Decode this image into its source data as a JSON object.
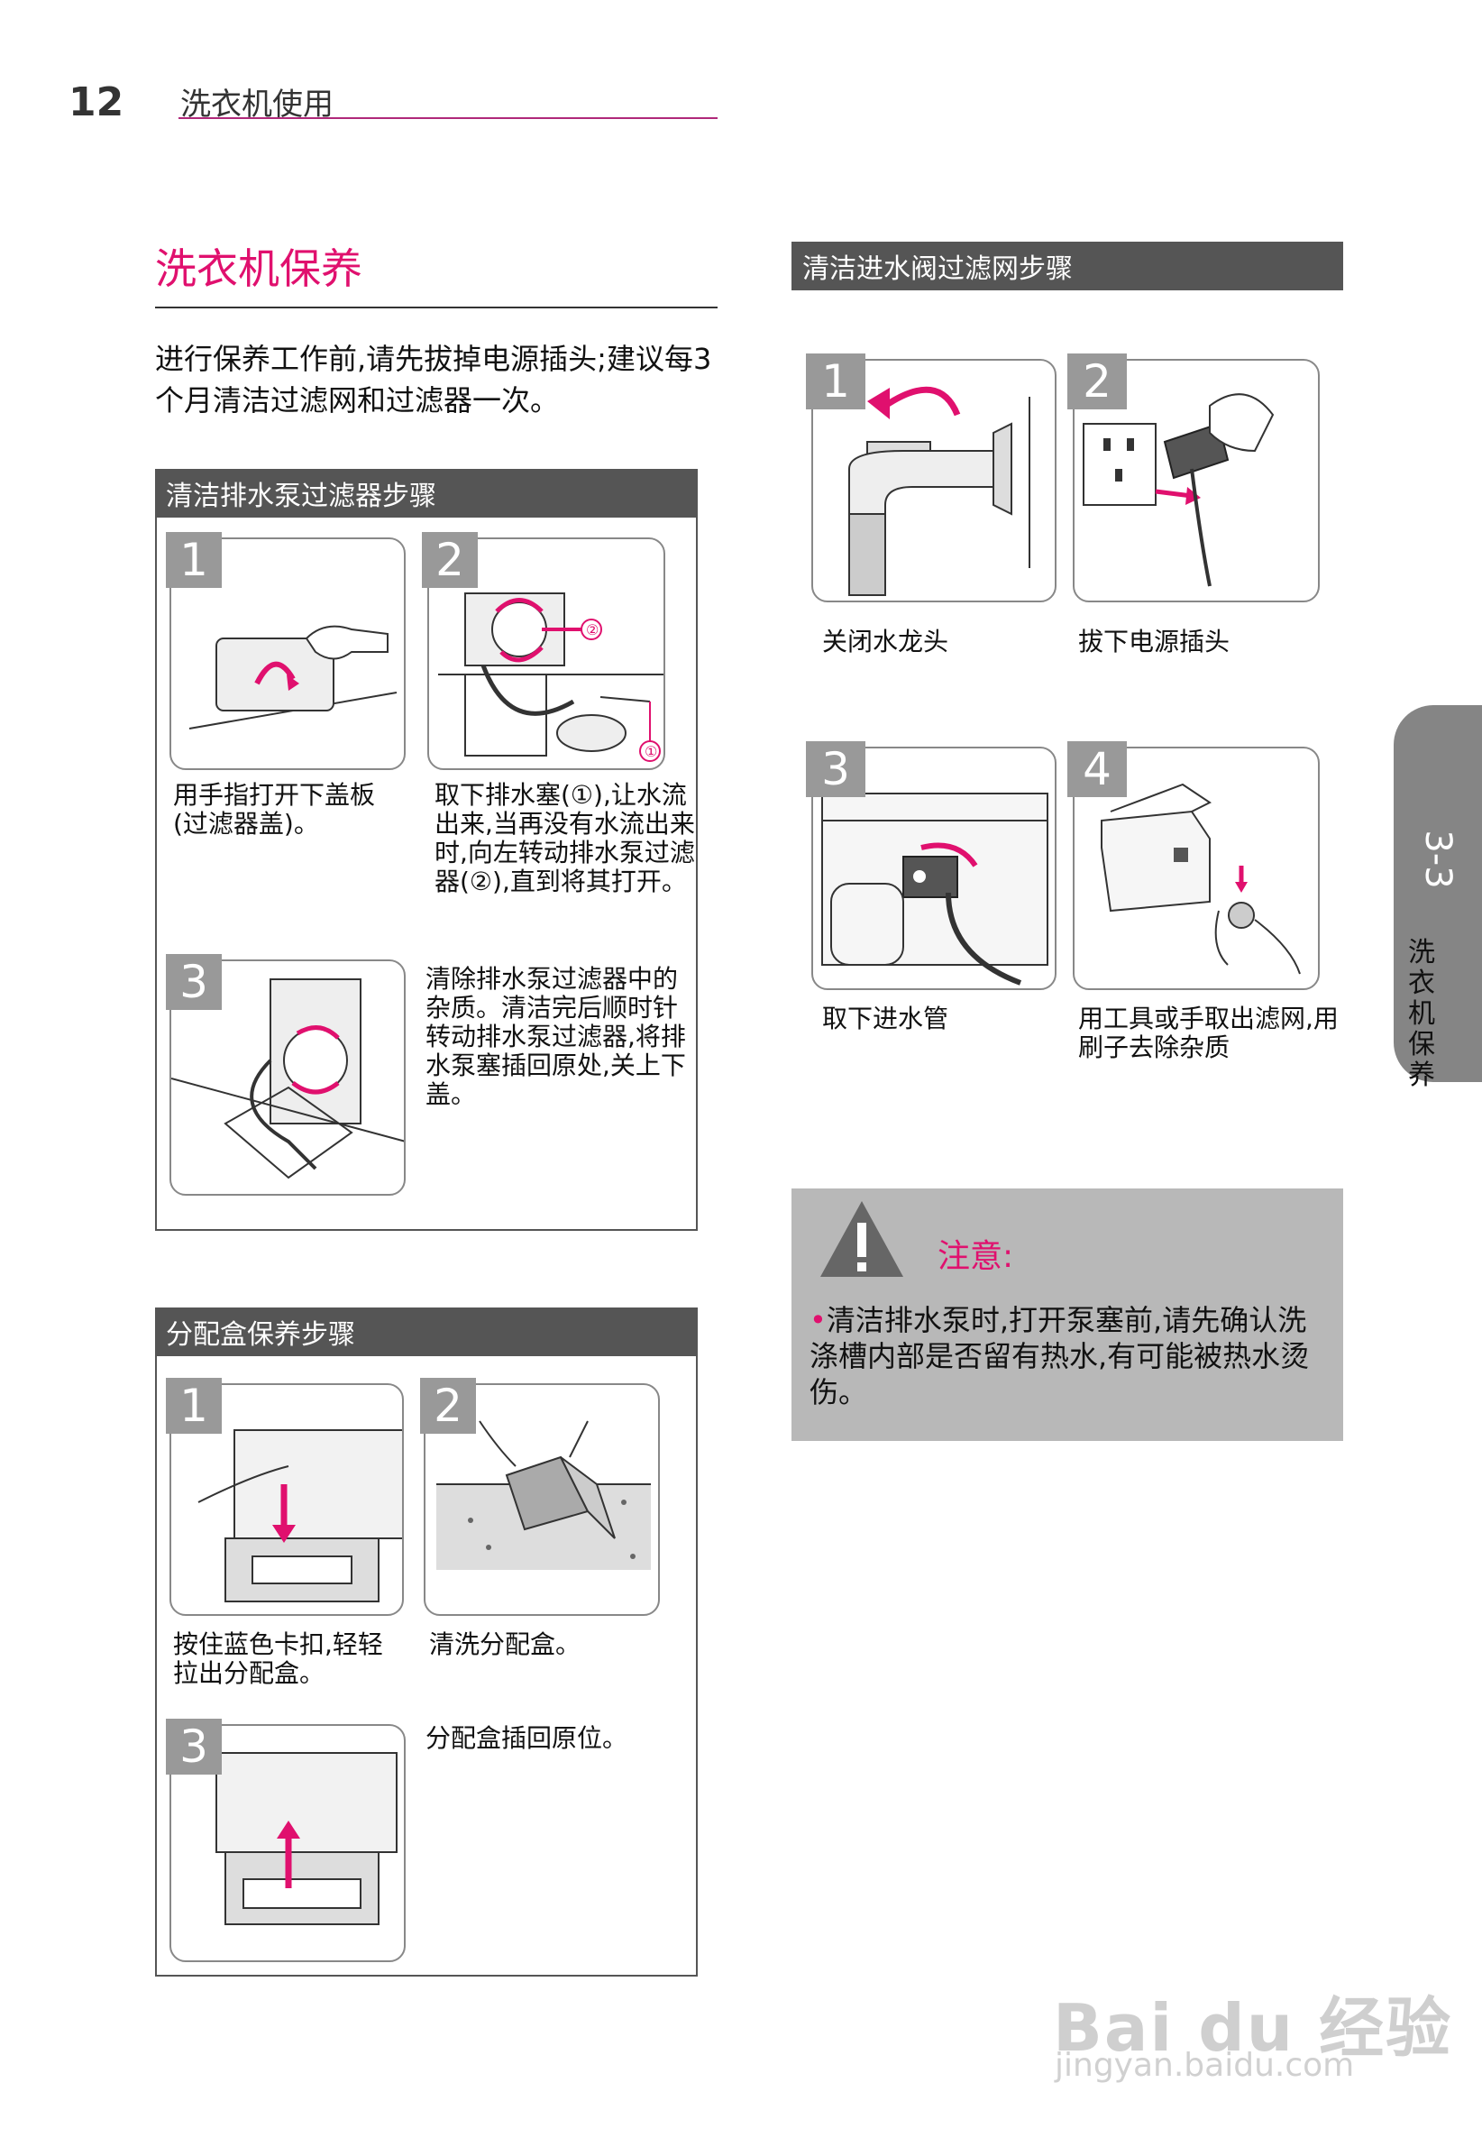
{
  "header": {
    "page_number": "12",
    "chapter": "洗衣机使用"
  },
  "section_title": "洗衣机保养",
  "intro": "进行保养工作前,请先拔掉电源插头;建议每3个月清洁过滤网和过滤器一次。",
  "drain_pump": {
    "title": "清洁排水泵过滤器步骤",
    "steps": [
      {
        "num": "1",
        "text": "用手指打开下盖板(过滤器盖)。"
      },
      {
        "num": "2",
        "text": "取下排水塞(①),让水流出来,当再没有水流出来时,向左转动排水泵过滤器(②),直到将其打开。",
        "marker1": "①",
        "marker2": "②"
      },
      {
        "num": "3",
        "text": "清除排水泵过滤器中的杂质。清洁完后顺时针转动排水泵过滤器,将排水泵塞插回原处,关上下盖。"
      }
    ]
  },
  "dispenser": {
    "title": "分配盒保养步骤",
    "steps": [
      {
        "num": "1",
        "text": "按住蓝色卡扣,轻轻拉出分配盒。"
      },
      {
        "num": "2",
        "text": "清洗分配盒。"
      },
      {
        "num": "3",
        "text": "分配盒插回原位。"
      }
    ]
  },
  "inlet_filter": {
    "title": "清洁进水阀过滤网步骤",
    "steps": [
      {
        "num": "1",
        "text": "关闭水龙头"
      },
      {
        "num": "2",
        "text": "拔下电源插头"
      },
      {
        "num": "3",
        "text": "取下进水管"
      },
      {
        "num": "4",
        "text": "用工具或手取出滤网,用刷子去除杂质"
      }
    ]
  },
  "side_tab": {
    "code": "3-3",
    "label": "洗衣机保养"
  },
  "caution": {
    "title": "注意:",
    "text": "清洁排水泵时,打开泵塞前,请先确认洗涤槽内部是否留有热水,有可能被热水烫伤。"
  },
  "watermark": {
    "brand": "Bai du 经验",
    "url": "jingyan.baidu.com"
  },
  "colors": {
    "accent": "#e0106e",
    "bar": "#555555",
    "number_box": "#999999",
    "note_bg": "#b8b8b8"
  }
}
